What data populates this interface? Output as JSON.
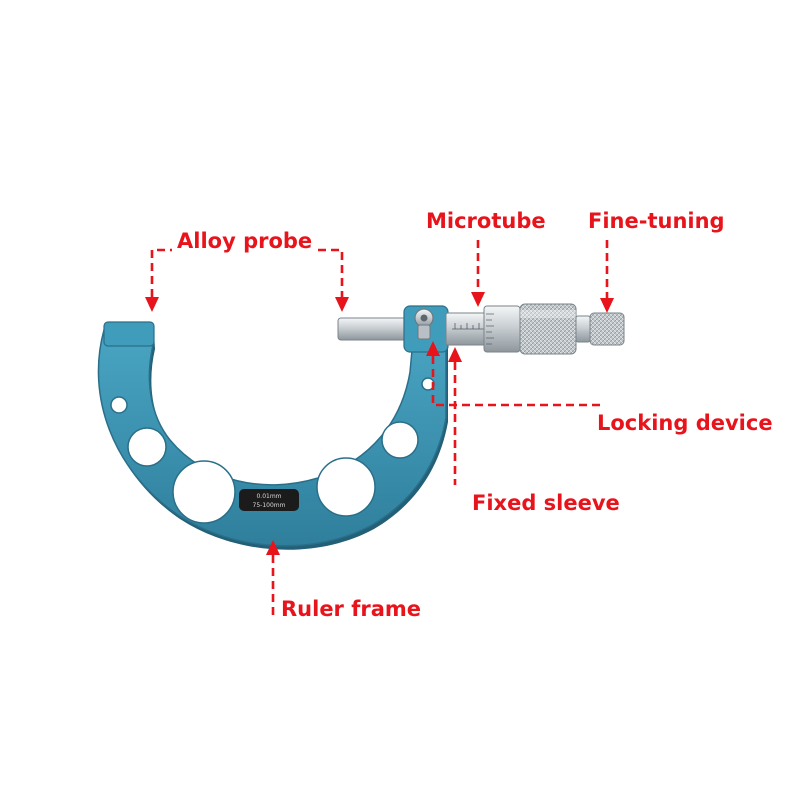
{
  "labels": {
    "alloy_probe": "Alloy probe",
    "microtube": "Microtube",
    "fine_tuning": "Fine-tuning",
    "locking_device": "Locking device",
    "fixed_sleeve": "Fixed sleeve",
    "ruler_frame": "Ruler frame"
  },
  "frame_plate": {
    "line1": "0.01mm",
    "line2": "75-100mm"
  },
  "colors": {
    "annotation_red": "#e8141c",
    "frame_blue": "#3d96b4",
    "frame_shadow": "#235f76",
    "steel": "#cfd4d8",
    "plate_black": "#1b1b1b"
  }
}
